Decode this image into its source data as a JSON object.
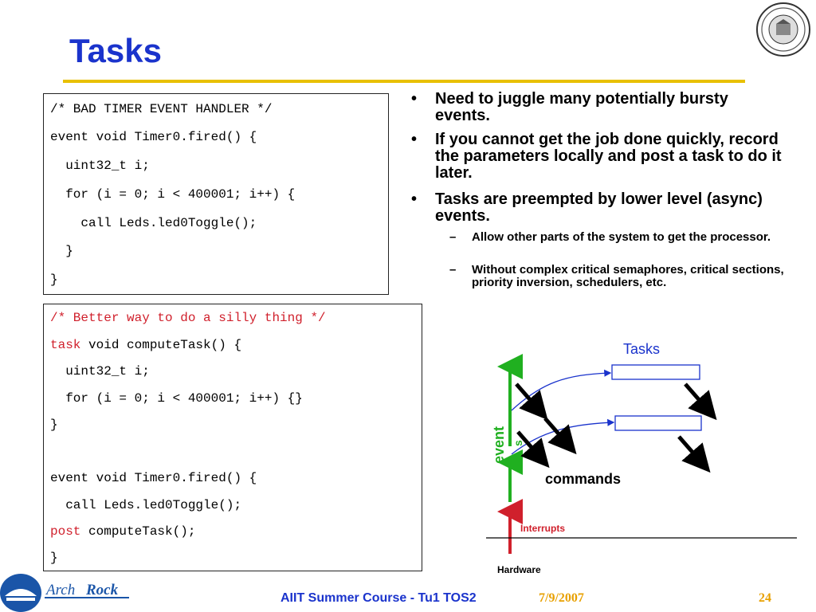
{
  "slide": {
    "title": "Tasks",
    "accent_color": "#e8c000",
    "title_color": "#1a33cc"
  },
  "code_bad": {
    "lines": [
      "/* BAD TIMER EVENT HANDLER */",
      "event void Timer0.fired() {",
      "  uint32_t i;",
      "  for (i = 0; i < 400001; i++) {",
      "    call Leds.led0Toggle();",
      "  }",
      "}"
    ]
  },
  "code_good": {
    "comment": "/* Better way to do a silly thing */",
    "task_kw": "task",
    "task_sig": " void computeTask() {",
    "line3": "  uint32_t i;",
    "line4": "  for (i = 0; i < 400001; i++) {}",
    "line5": "}",
    "line6": "event void Timer0.fired() {",
    "line7": "  call Leds.led0Toggle();",
    "post_kw": "post",
    "post_rest": " computeTask();",
    "line9": "}",
    "keyword_color": "#d0202c"
  },
  "bullets": [
    "Need to juggle many potentially bursty events.",
    "If you cannot get the job done quickly, record the parameters locally and post a task to do it later.",
    "Tasks are preempted by lower level (async) events."
  ],
  "sub_bullets": [
    "Allow other parts of the system to get the processor.",
    "Without complex critical semaphores, critical sections, priority inversion, schedulers, etc."
  ],
  "bullet_marker": "•",
  "sub_marker": "–",
  "diagram": {
    "tasks_label": "Tasks",
    "events_label": "event",
    "events_suffix": "s",
    "commands_label": "commands",
    "interrupts_label": "Interrupts",
    "hardware_label": "Hardware",
    "tasks_color": "#1a33cc",
    "events_color": "#20b020",
    "interrupts_color": "#d0202c"
  },
  "footer": {
    "logo_text_a": "Arch",
    "logo_text_b": "Rock",
    "course": "AIIT Summer Course - Tu1 TOS2",
    "date": "7/9/2007",
    "page": "24"
  }
}
